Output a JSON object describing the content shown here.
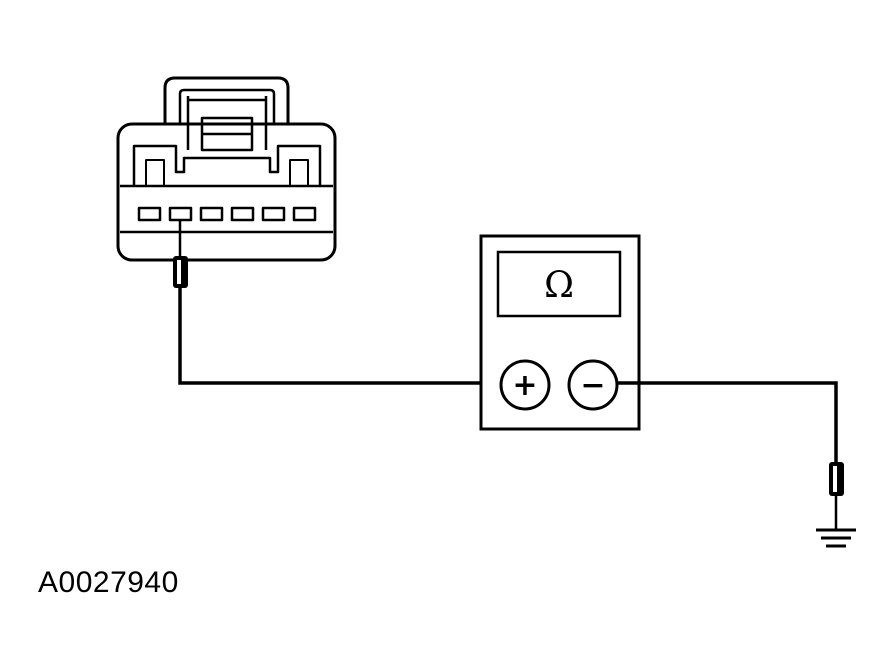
{
  "meter": {
    "display_symbol": "Ω",
    "positive_terminal": "+",
    "negative_terminal": "−"
  },
  "figure_id": "A0027940",
  "connector": {
    "pin_count": 6,
    "probed_pin": 2
  },
  "colors": {
    "line": "#000000",
    "background": "#ffffff"
  }
}
